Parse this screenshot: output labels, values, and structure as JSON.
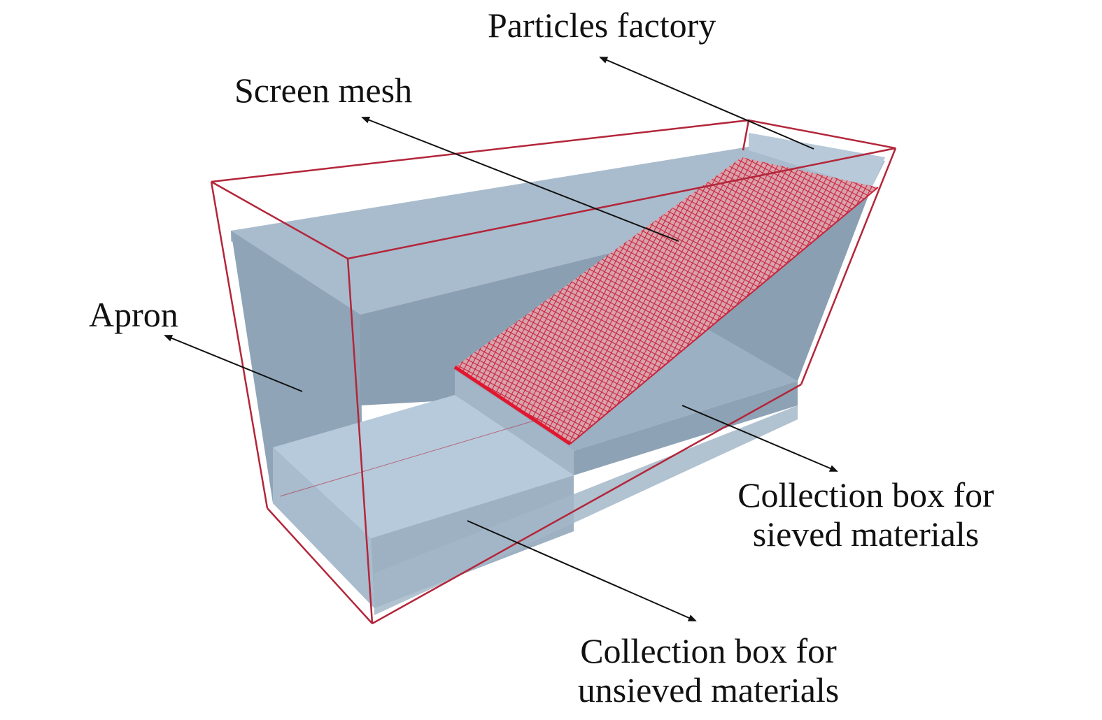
{
  "labels": {
    "particles_factory": "Particles factory",
    "screen_mesh": "Screen mesh",
    "apron": "Apron",
    "sieved_box_line1": "Collection box for",
    "sieved_box_line2": "sieved materials",
    "unsieved_box_line1": "Collection box for",
    "unsieved_box_line2": "unsieved materials"
  },
  "colors": {
    "frame_edge": "#b3263a",
    "mesh": "#c8243c",
    "panel_light": "#b4c7d8",
    "panel_mid": "#9fb4c6",
    "panel_dark": "#8298ab",
    "leader_line": "#111111"
  }
}
